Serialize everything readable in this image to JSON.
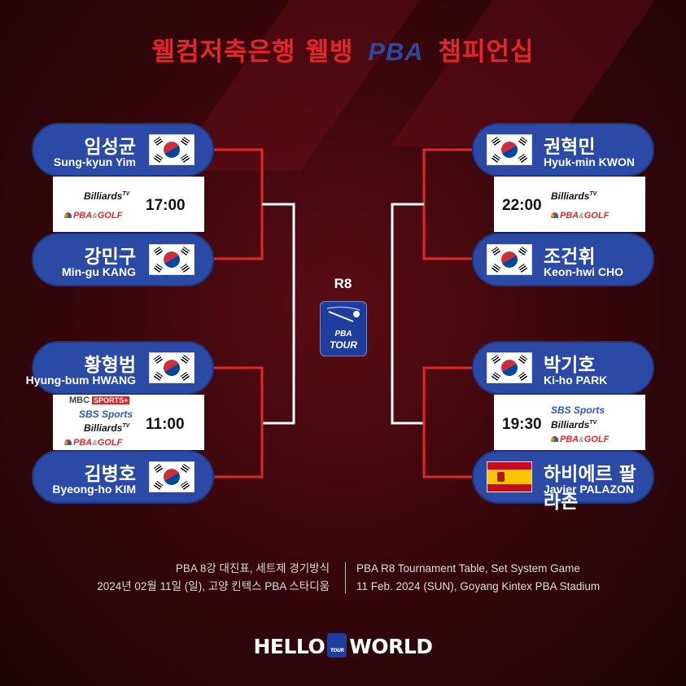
{
  "title": {
    "part1": "웰컴저축은행 웰뱅",
    "brand": "PBA",
    "part2": "챔피언십"
  },
  "round": "R8",
  "center_logo": {
    "line1": "PBA",
    "line2": "TOUR"
  },
  "matches": [
    {
      "p1": {
        "ko": "임성균",
        "en": "Sung-kyun Yim",
        "flag": "korea-flag-icon"
      },
      "p2": {
        "ko": "강민구",
        "en": "Min-gu KANG",
        "flag": "korea-flag-icon"
      },
      "time": "17:00"
    },
    {
      "p1": {
        "ko": "황형범",
        "en": "Hyung-bum HWANG",
        "flag": "korea-flag-icon"
      },
      "p2": {
        "ko": "김병호",
        "en": "Byeong-ho KIM",
        "flag": "korea-flag-icon"
      },
      "time": "11:00"
    },
    {
      "p1": {
        "ko": "권혁민",
        "en": "Hyuk-min KWON",
        "flag": "korea-flag-icon"
      },
      "p2": {
        "ko": "조건휘",
        "en": "Keon-hwi CHO",
        "flag": "korea-flag-icon"
      },
      "time": "22:00"
    },
    {
      "p1": {
        "ko": "박기호",
        "en": "Ki-ho PARK",
        "flag": "korea-flag-icon"
      },
      "p2": {
        "ko": "하비에르 팔라존",
        "en": "Javier PALAZON",
        "flag": "spain-flag-icon"
      },
      "time": "19:30"
    }
  ],
  "broadcasters": {
    "billiards": "Billiards",
    "billiards_tv": "TV",
    "pba": "PBA",
    "amp": "&",
    "golf": "GOLF",
    "mbc": "MBC",
    "mbc_sports": "SPORTS+",
    "sbs": "SBS",
    "sbs_sports": "Sports"
  },
  "footer": {
    "ko_line1": "PBA 8강 대진표, 세트제 경기방식",
    "ko_line2": "2024년 02월 11일 (일), 고양 킨텍스 PBA 스타디움",
    "en_line1": "PBA R8 Tournament Table, Set System Game",
    "en_line2": "11 Feb. 2024 (SUN), Goyang Kintex PBA Stadium"
  },
  "bottom_logo": {
    "left": "HELLO",
    "right": "WORLD",
    "mini": "TOUR"
  },
  "colors": {
    "player_bg": "#2a4aa6",
    "title_red": "#e3262c",
    "bracket_red": "#e3262c",
    "bracket_white": "#ffffff"
  }
}
